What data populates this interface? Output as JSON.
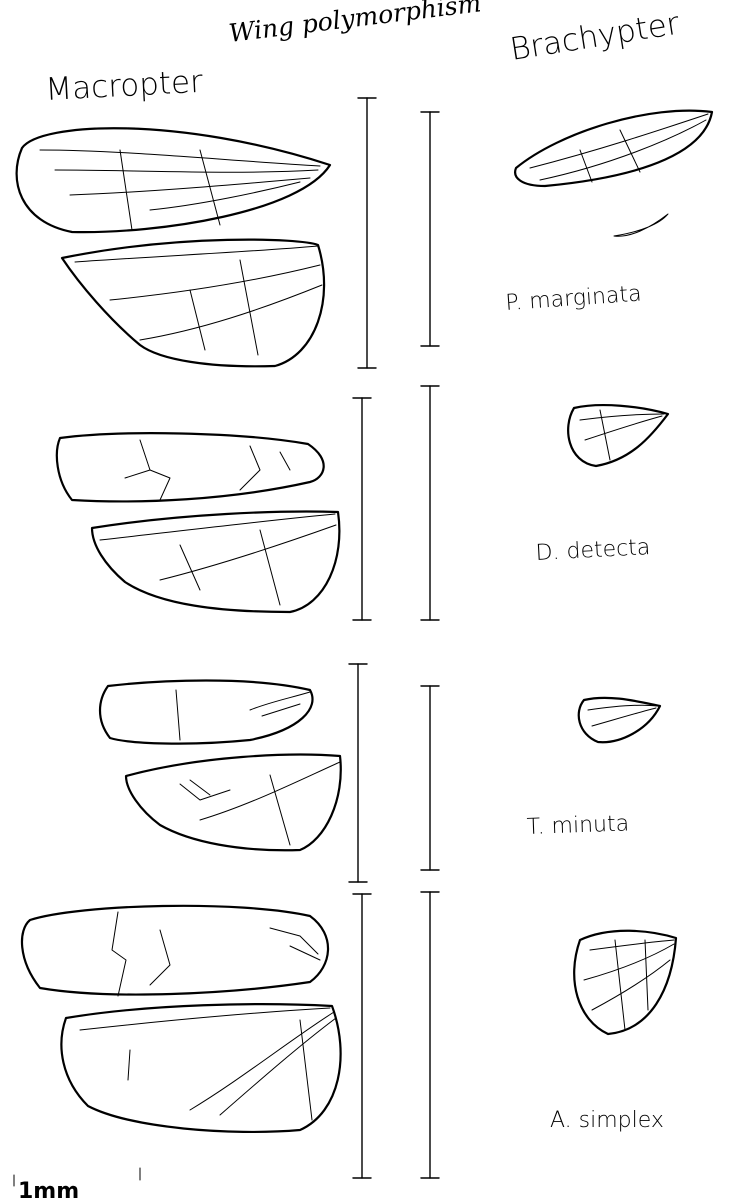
{
  "figure": {
    "title": "Wing polymorphism",
    "column_left": "Macropter",
    "column_right": "Brachypter",
    "scale_label": "1mm",
    "species": [
      {
        "name": "P. marginata"
      },
      {
        "name": "D. detecta"
      },
      {
        "name": "T. minuta"
      },
      {
        "name": "A. simplex"
      }
    ]
  }
}
